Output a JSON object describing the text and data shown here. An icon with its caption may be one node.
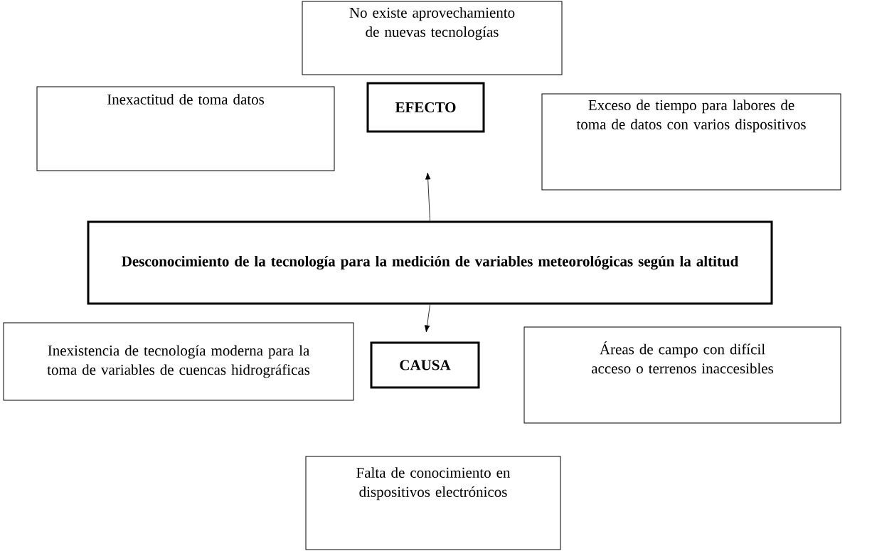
{
  "diagram": {
    "nodes": [
      {
        "text": [
          "No existe aprovechamiento de nuevas tecnologías"
        ]
      },
      {
        "text": [
          "Inexactitud de toma datos"
        ]
      },
      {
        "text": [
          "EFECTO"
        ]
      },
      {
        "text": [
          "Exceso de tiempo para labores de toma de datos con varios dispositivos"
        ]
      },
      {
        "text": [
          "Desconocimiento de la tecnología para la medición de variables meteorológicas según la altitud"
        ]
      },
      {
        "text": [
          "Inexistencia de tecnología moderna para la toma de variables de cuencas hidrográficas"
        ]
      },
      {
        "text": [
          "CAUSA"
        ]
      },
      {
        "text": [
          "Áreas de campo con difícil acceso o terrenos inaccesibles"
        ]
      },
      {
        "text": [
          "Falta de conocimiento en dispositivos electrónicos"
        ]
      }
    ],
    "edges": [
      {
        "from": 4,
        "to": 2,
        "arrow": "to"
      },
      {
        "from": 4,
        "to": 6,
        "arrow": "to"
      }
    ]
  }
}
